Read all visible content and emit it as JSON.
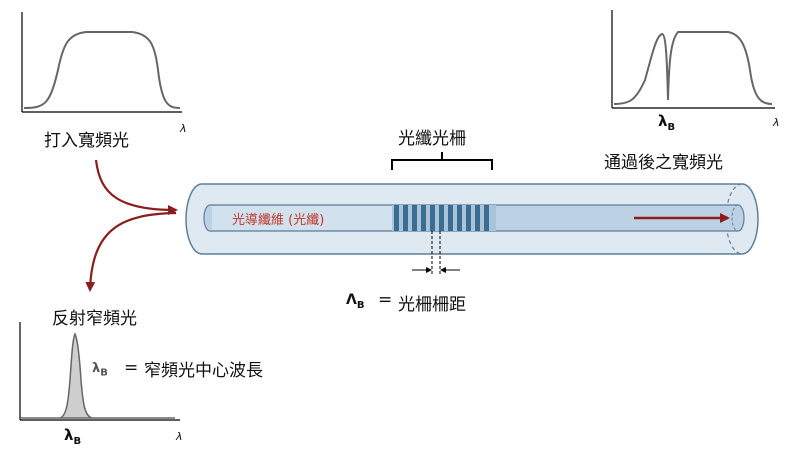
{
  "labels": {
    "input_light": "打入寬頻光",
    "reflected_light": "反射窄頻光",
    "transmitted_light": "通過後之寬頻光",
    "grating": "光纖光柵",
    "core": "光導纖維 (光纖)",
    "grating_pitch": "光柵柵距",
    "pitch_symbol": "Λ",
    "pitch_symbol_sub": "B",
    "pitch_eq": "=",
    "center_wavelength": "窄頻光中心波長",
    "lambda_symbol": "λ",
    "lambda_sub": "B",
    "lambda_eq": "=",
    "axis_lambda": "λ"
  },
  "colors": {
    "fiber_outline": "#5f7f99",
    "fiber_fill": "#dfe9f1",
    "core_fill": "#bcd2e4",
    "grating_dark": "#3b6d93",
    "arrow": "#8b1d1d",
    "curve": "#666666",
    "reflect_fill": "#cfcfcf"
  }
}
